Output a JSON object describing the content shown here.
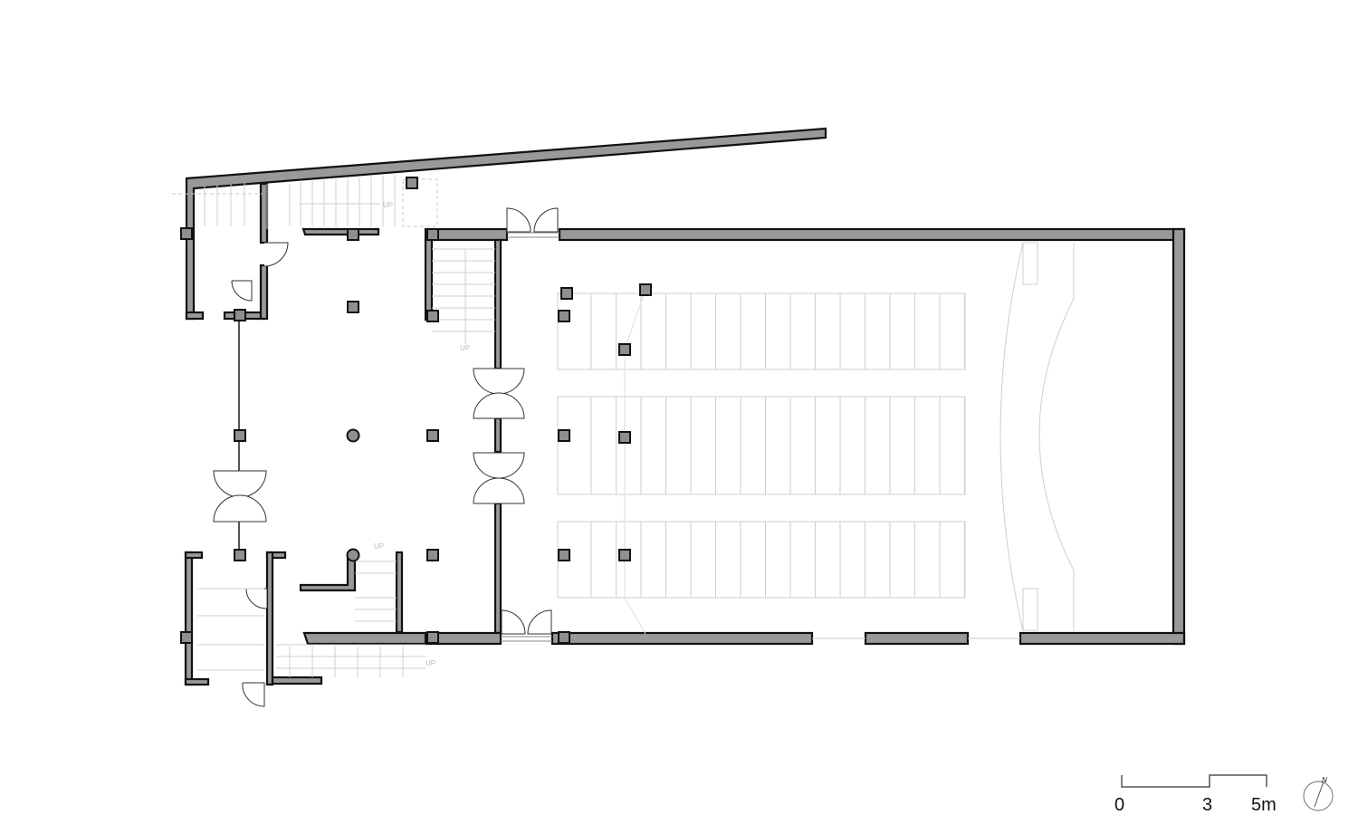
{
  "drawing": {
    "type": "floor plan",
    "stair_label": "UP",
    "north_label": "N",
    "scale_bar": {
      "labels": [
        "0",
        "3",
        "5m"
      ],
      "unit": "m",
      "ticks": [
        0,
        3,
        5
      ]
    },
    "colors": {
      "wall": "#999999",
      "outline": "#111111",
      "furniture": "#cfcfcf"
    }
  }
}
